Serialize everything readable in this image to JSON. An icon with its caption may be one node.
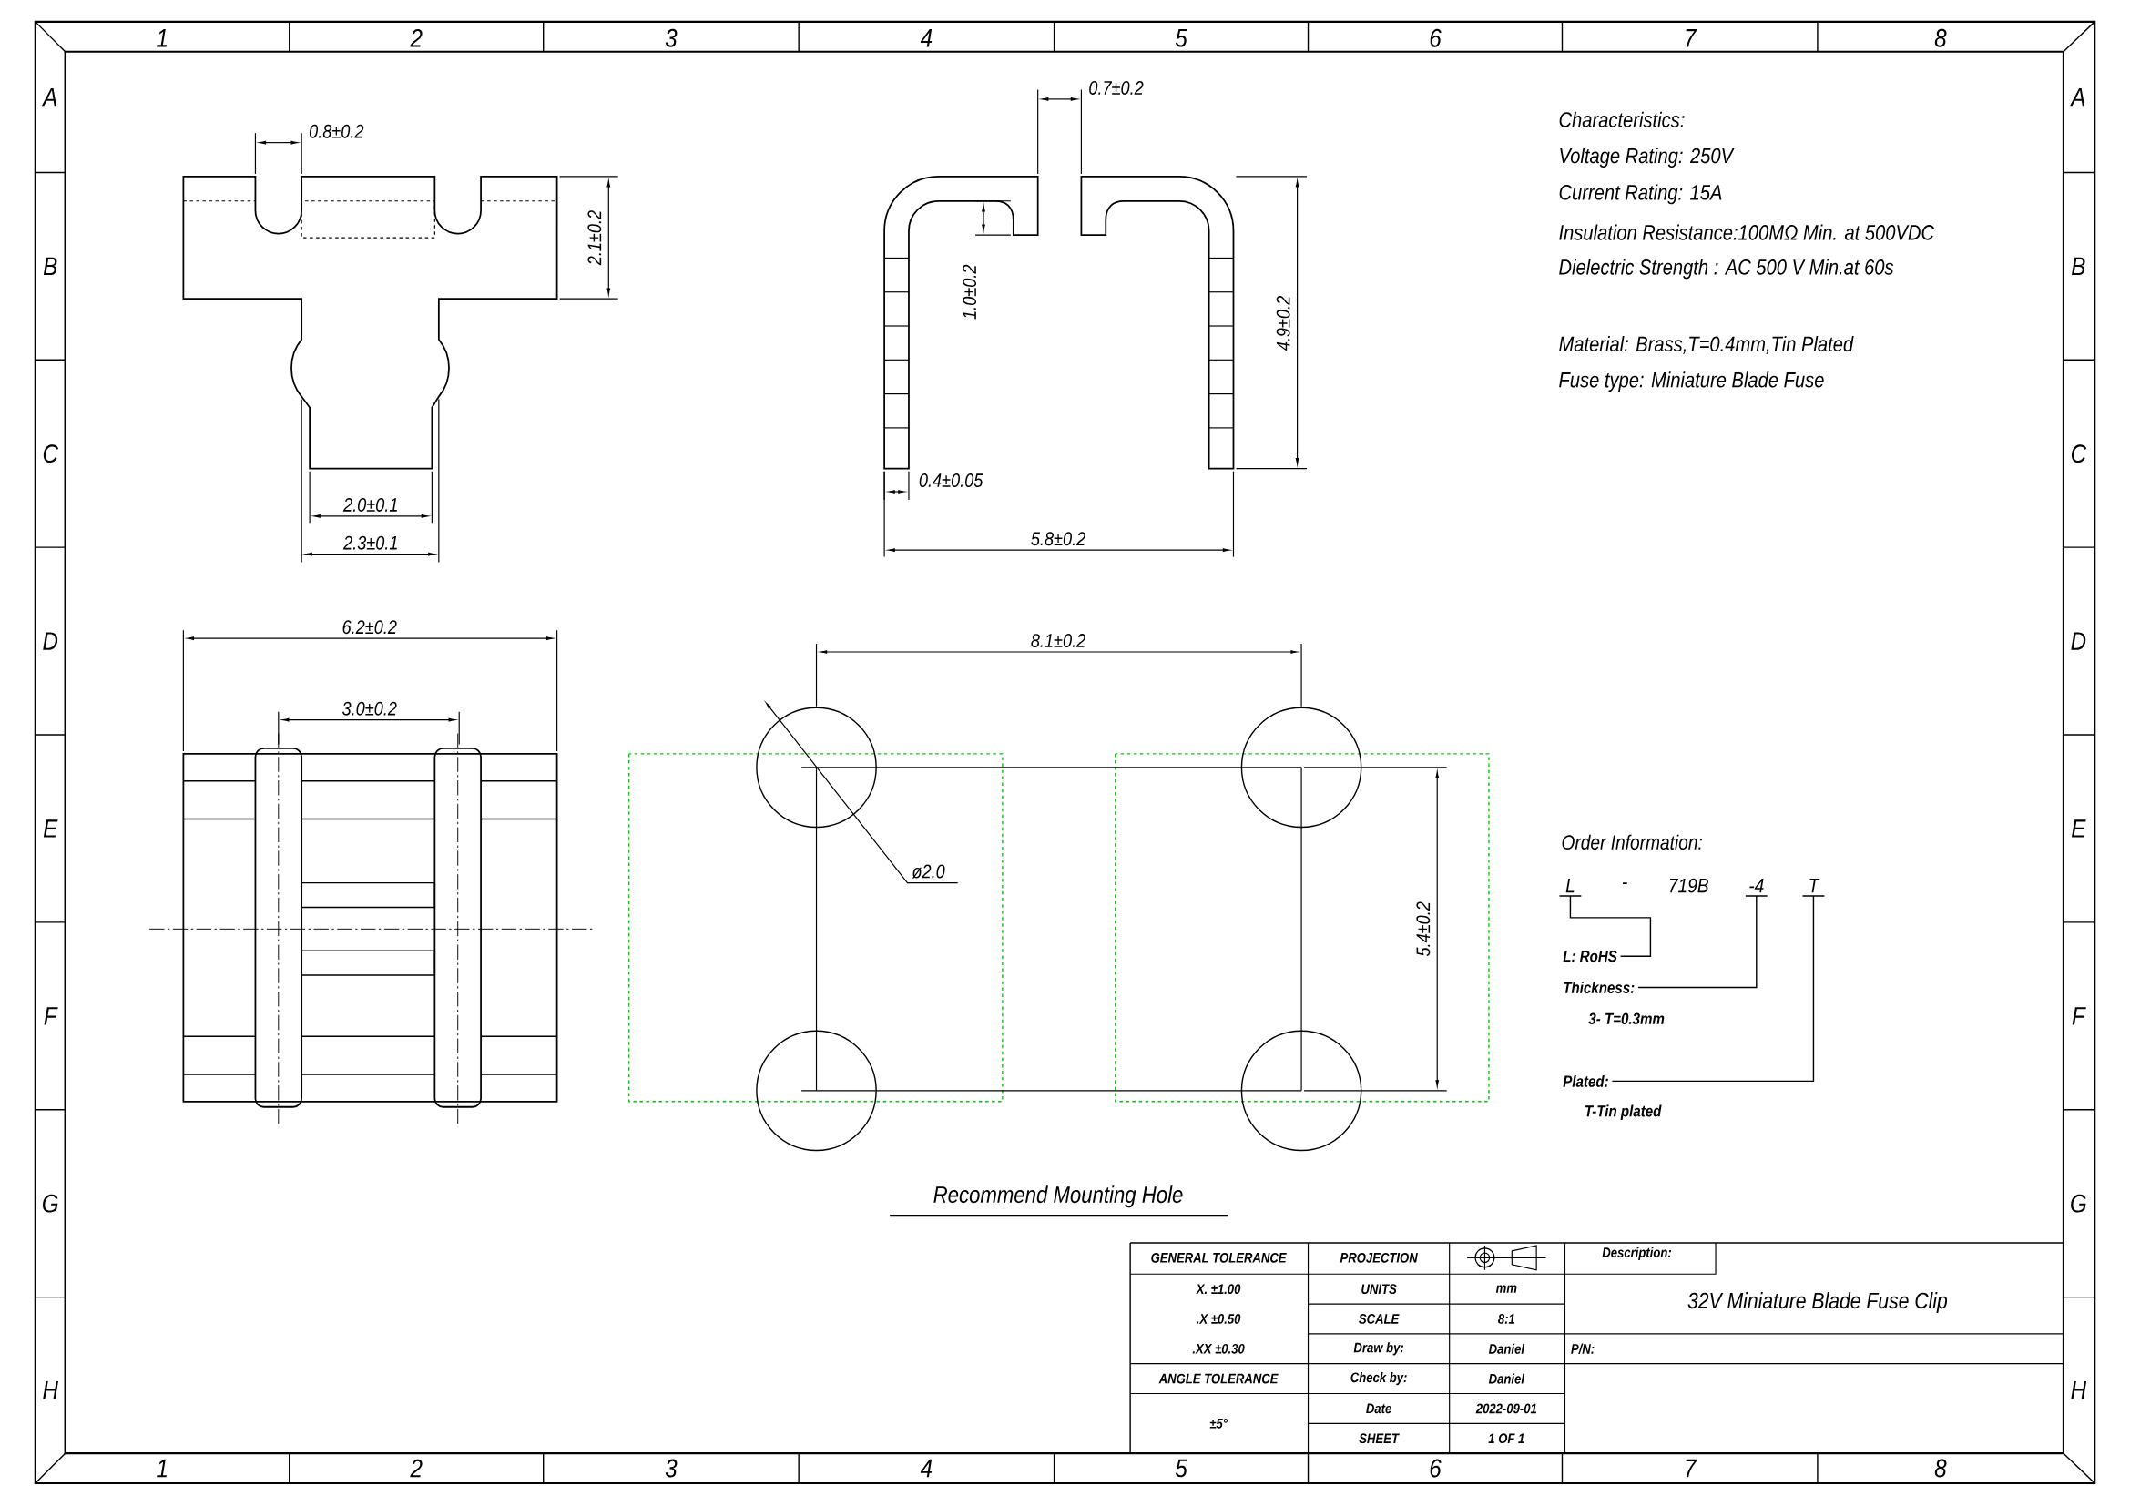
{
  "diagram": {
    "nodes": [
      {
        "text": [
          "L"
        ]
      },
      {
        "text": [
          "-4"
        ]
      },
      {
        "text": [
          "T"
        ]
      },
      {
        "text": [
          "L: RoHS"
        ]
      },
      {
        "text": [
          "Thickness:"
        ]
      },
      {
        "text": [
          "Plated:"
        ]
      }
    ],
    "edges": [
      {
        "from": 3,
        "to": 0,
        "arrow": "none"
      },
      {
        "from": 4,
        "to": 1,
        "arrow": "none"
      },
      {
        "from": 5,
        "to": 2,
        "arrow": "none"
      }
    ],
    "labels": [
      "1",
      "2",
      "3",
      "4",
      "5",
      "6",
      "7",
      "8",
      "A",
      "B",
      "C",
      "D",
      "E",
      "F",
      "G",
      "H",
      "A",
      "B",
      "C",
      "D",
      "E",
      "F",
      "G",
      "H",
      "1",
      "2",
      "3",
      "4",
      "5",
      "6",
      "7",
      "8",
      "0.8±0.2",
      "2.1±0.2",
      "2.0±0.1",
      "2.3±0.1",
      "0.7±0.2",
      "1.0±0.2",
      "4.9±0.2",
      "0.4±0.05",
      "5.8±0.2",
      "Characteristics:",
      "Voltage Rating: 250V",
      "Current Rating: 15A",
      "Insulation Resistance:100MΩ Min. at 500VDC",
      "Dielectric Strength : AC 500 V Min.at 60s",
      "Material: Brass,T=0.4mm,Tin Plated",
      "Fuse type: Miniature Blade Fuse",
      "6.2±0.2",
      "3.0±0.2",
      "8.1±0.2",
      "ø2.0",
      "5.4±0.2",
      "Order Information:",
      "-",
      "719B",
      "3- T=0.3mm",
      "T-Tin plated",
      "Recommend Mounting Hole",
      "GENERAL TOLERANCE",
      "PROJECTION",
      "Description:",
      "X. ±1.00",
      "UNITS",
      "mm",
      "32V Miniature Blade Fuse Clip",
      ".X ±0.50",
      "SCALE",
      "8:1",
      ".XX ±0.30",
      "Draw by:",
      "Daniel",
      "P/N:",
      "ANGLE TOLERANCE",
      "Check by:",
      "Daniel",
      "±5°",
      "Date",
      "2022-09-01",
      "SHEET",
      "1 OF 1"
    ]
  }
}
